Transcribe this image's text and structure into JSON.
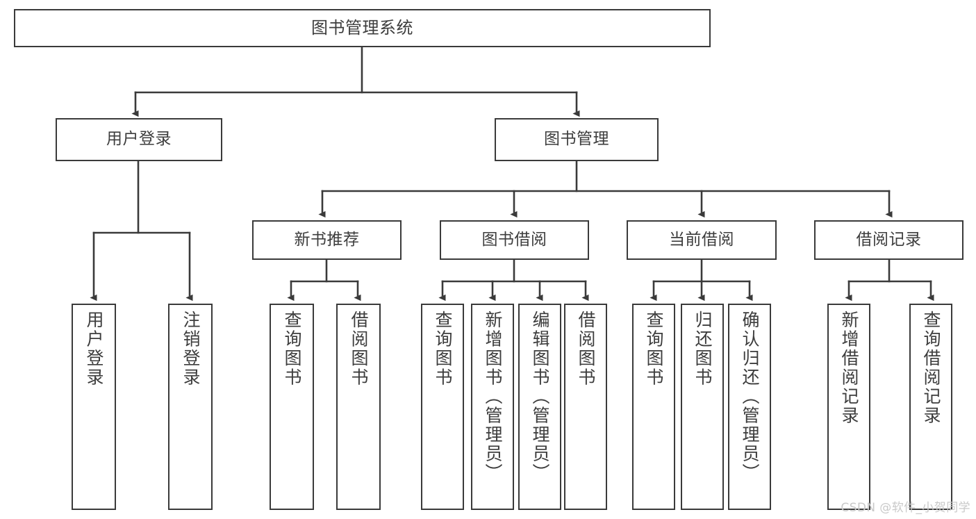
{
  "diagram": {
    "type": "tree-hierarchy",
    "title": "图书管理系统",
    "watermark": "CSDN @软件_小贺同学",
    "colors": {
      "stroke": "#3a3a3a",
      "text": "#3d3d3d",
      "background": "#ffffff",
      "watermark": "#c9c9c9"
    },
    "levels": {
      "root": {
        "label": "图书管理系统"
      },
      "level2": [
        {
          "id": "user-login",
          "label": "用户登录"
        },
        {
          "id": "book-management",
          "label": "图书管理"
        }
      ],
      "level3": [
        {
          "id": "new-book-recommend",
          "label": "新书推荐",
          "parent": "book-management"
        },
        {
          "id": "book-borrow",
          "label": "图书借阅",
          "parent": "book-management"
        },
        {
          "id": "current-borrow",
          "label": "当前借阅",
          "parent": "book-management"
        },
        {
          "id": "borrow-record",
          "label": "借阅记录",
          "parent": "book-management"
        }
      ],
      "leaves": {
        "user-login": [
          {
            "id": "leaf-user-login",
            "label": "用户登录"
          },
          {
            "id": "leaf-user-logout",
            "label": "注销登录"
          }
        ],
        "new-book-recommend": [
          {
            "id": "leaf-query-book-1",
            "label": "查询图书"
          },
          {
            "id": "leaf-borrow-book-1",
            "label": "借阅图书"
          }
        ],
        "book-borrow": [
          {
            "id": "leaf-query-book-2",
            "label": "查询图书"
          },
          {
            "id": "leaf-add-book",
            "label": "新增图书（管理员）"
          },
          {
            "id": "leaf-edit-book",
            "label": "编辑图书（管理员）"
          },
          {
            "id": "leaf-borrow-book-2",
            "label": "借阅图书"
          }
        ],
        "current-borrow": [
          {
            "id": "leaf-query-book-3",
            "label": "查询图书"
          },
          {
            "id": "leaf-return-book",
            "label": "归还图书"
          },
          {
            "id": "leaf-confirm-return",
            "label": "确认归还（管理员）"
          }
        ],
        "borrow-record": [
          {
            "id": "leaf-add-record",
            "label": "新增借阅记录"
          },
          {
            "id": "leaf-query-record",
            "label": "查询借阅记录"
          }
        ]
      }
    }
  }
}
